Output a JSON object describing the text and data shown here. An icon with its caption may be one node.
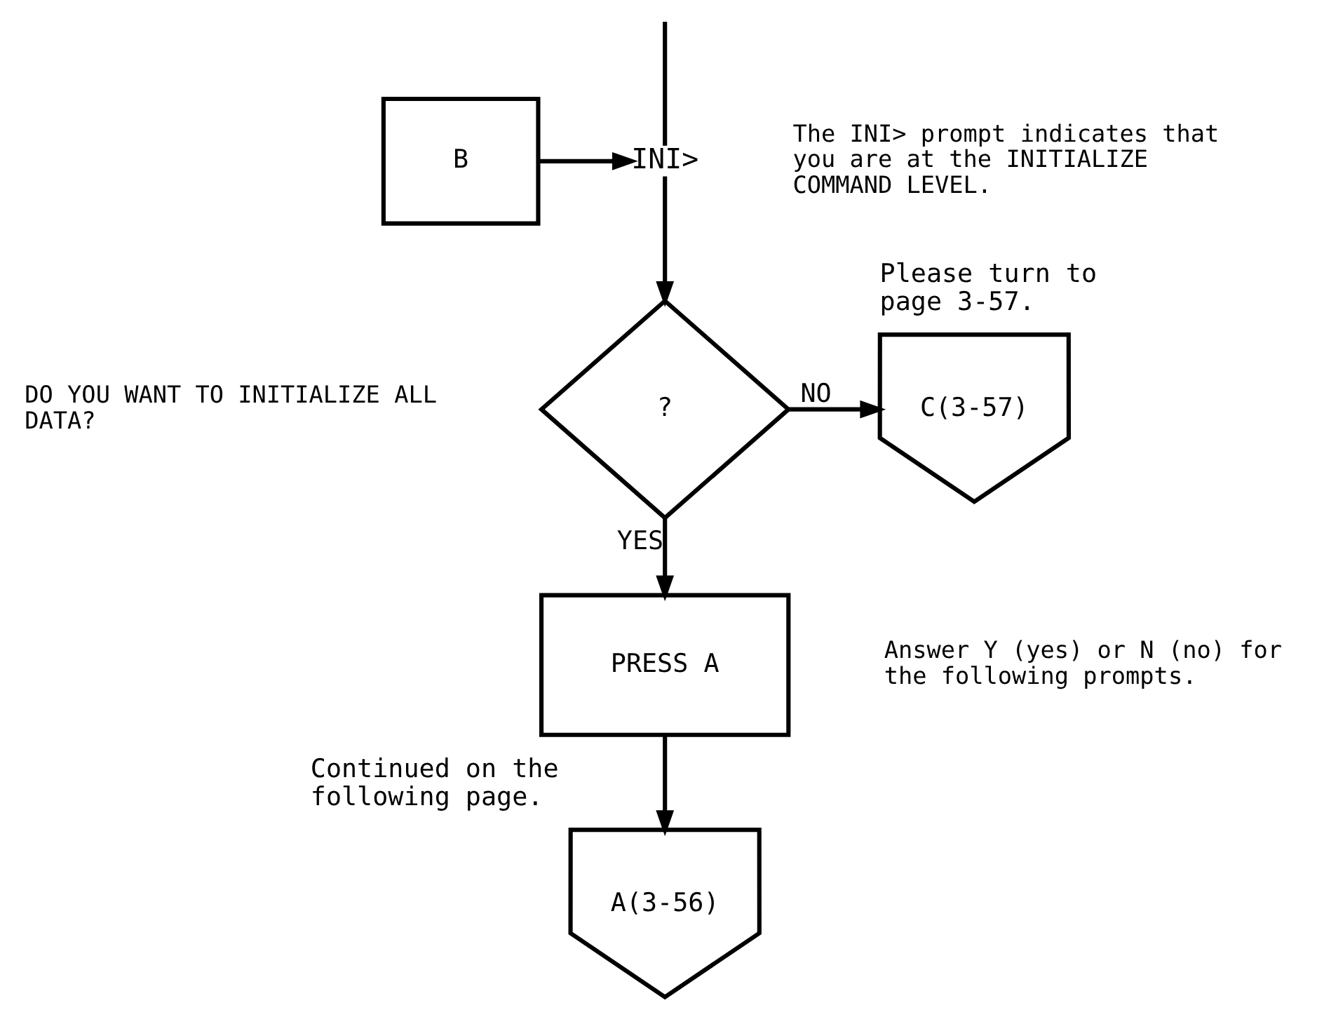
{
  "diagram": {
    "nodes": [
      {
        "text": [
          "B"
        ]
      },
      {
        "text": [
          "INI>"
        ]
      },
      {
        "text": [
          "?"
        ]
      },
      {
        "text": [
          "C(3-57)"
        ],
        "beside": [
          "Please turn to page 3-57."
        ]
      },
      {
        "text": [
          "PRESS A"
        ]
      },
      {
        "text": [
          "A(3-56)"
        ],
        "beside": [
          "Continued on the following page."
        ]
      }
    ],
    "edges": [
      {
        "from": null,
        "to": 1,
        "arrow": "none"
      },
      {
        "from": 0,
        "to": 1,
        "arrow": "to"
      },
      {
        "from": 1,
        "to": 2,
        "arrow": "to"
      },
      {
        "from": 2,
        "to": 3,
        "label": "NO",
        "arrow": "to"
      },
      {
        "from": 2,
        "to": 4,
        "label": "YES",
        "arrow": "to"
      },
      {
        "from": 4,
        "to": 5,
        "arrow": "to"
      }
    ],
    "labels": [
      "The INI> prompt indicates that you are at the INITIALIZE COMMAND LEVEL.",
      "DO YOU WANT TO INITIALIZE ALL DATA?",
      "Answer Y (yes) or N (no) for the following prompts."
    ]
  }
}
